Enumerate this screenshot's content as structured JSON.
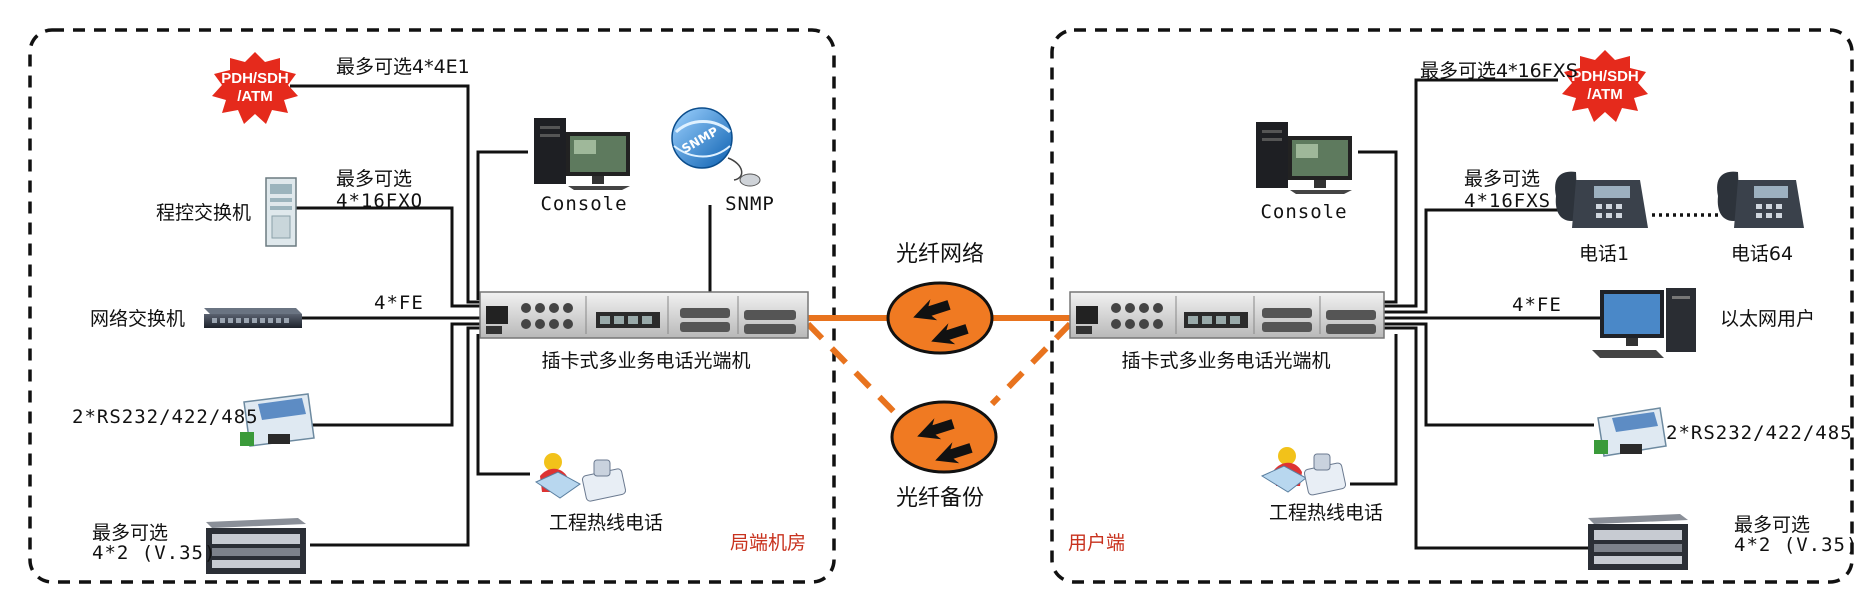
{
  "labels": {
    "left_console": "Console",
    "left_snmp": "SNMP",
    "left_e1": "最多可选4*4E1",
    "left_pdh": "PDH/SDH\n/ATM",
    "left_fxo_a": "最多可选",
    "left_fxo_b": "4*16FXO",
    "left_pbx": "程控交换机",
    "left_fe": "4*FE",
    "left_switch": "网络交换机",
    "left_rs232": "2*RS232/422/485",
    "left_v35_a": "最多可选",
    "left_v35_b": "4*2 (V.35)",
    "left_terminal": "插卡式多业务电话光端机",
    "left_hotline": "工程热线电话",
    "left_room": "局端机房",
    "fiber_network": "光纤网络",
    "fiber_backup": "光纤备份",
    "right_console": "Console",
    "right_fxs_top": "最多可选4*16FXS",
    "right_pdh": "PDH/SDH\n/ATM",
    "right_fxs_a": "最多可选",
    "right_fxs_b": "4*16FXS",
    "right_phone1": "电话1",
    "right_phone64": "电话64",
    "right_fe": "4*FE",
    "right_ethernet": "以太网用户",
    "right_terminal": "插卡式多业务电话光端机",
    "right_rs232": "2*RS232/422/485",
    "right_hotline": "工程热线电话",
    "right_v35_a": "最多可选",
    "right_v35_b": "4*2 (V.35)",
    "right_user": "用户端"
  },
  "colors": {
    "fiber": "#e8731e",
    "burst": "#e52a1c",
    "region_label": "#c8321e",
    "line": "#111111"
  }
}
